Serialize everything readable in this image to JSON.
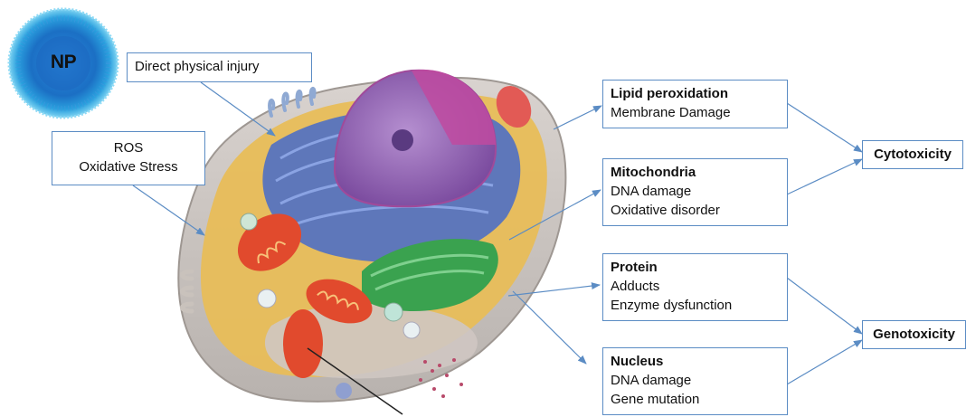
{
  "np": {
    "label": "NP"
  },
  "injuries": {
    "physical": "Direct physical injury",
    "ros_line1": "ROS",
    "ros_line2": "Oxidative Stress"
  },
  "effects": {
    "lipid": {
      "title": "Lipid peroxidation",
      "lines": [
        "Membrane Damage"
      ]
    },
    "mito": {
      "title": "Mitochondria",
      "lines": [
        "DNA damage",
        "Oxidative disorder"
      ]
    },
    "protein": {
      "title": "Protein",
      "lines": [
        "Adducts",
        "Enzyme dysfunction"
      ]
    },
    "nucleus": {
      "title": "Nucleus",
      "lines": [
        "DNA damage",
        "Gene mutation"
      ]
    }
  },
  "outcomes": {
    "cytotoxicity": "Cytotoxicity",
    "genotoxicity": "Genotoxicity"
  },
  "colors": {
    "arrow": "#5b8cc4",
    "box_border": "#5b8cc4",
    "np_core": "#1f6ec9",
    "cell_membrane": "#c9c2bc",
    "cytoplasm": "#e9c15b",
    "er": "#4f6fc4",
    "nucleus": "#8d5aa8",
    "golgi": "#3aa24f",
    "mitochondria": "#e14a2d"
  }
}
